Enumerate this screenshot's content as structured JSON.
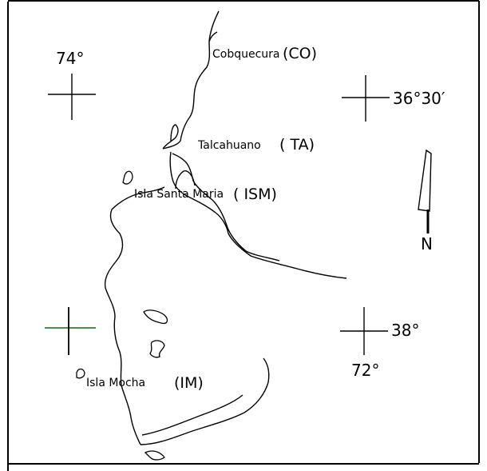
{
  "map": {
    "places": {
      "cobquecura": "Cobquecura",
      "cobquecura_code": "(CO)",
      "talcahuano": "Talcahuano",
      "talcahuano_code": "( TA)",
      "santa_maria": "Isla Santa Maria",
      "santa_maria_code": "( ISM)",
      "mocha": "Isla Mocha",
      "mocha_code": "(IM)"
    },
    "coordinates": {
      "lon_74": "74°",
      "lat_36_30": "36°30′",
      "lat_38": "38°",
      "lon_72": "72°"
    },
    "north_arrow_label": "N",
    "colors": {
      "ink": "#000000",
      "frame": "#000000",
      "highlight_line": "#2f7d3a"
    }
  }
}
